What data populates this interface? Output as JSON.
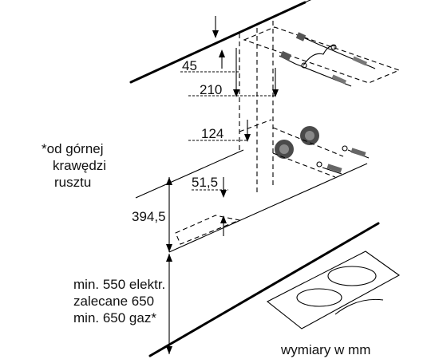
{
  "dimensions": {
    "d45": "45",
    "d210": "210",
    "d124": "124",
    "d51_5": "51,5",
    "d394_5": "394,5"
  },
  "note_grate": [
    "*od górnej",
    "krawędzi",
    "rusztu"
  ],
  "min_heights": [
    "min. 550 elektr.",
    "zalecane 650",
    "min. 650 gaz*"
  ],
  "units_note": "wymiary w mm"
}
